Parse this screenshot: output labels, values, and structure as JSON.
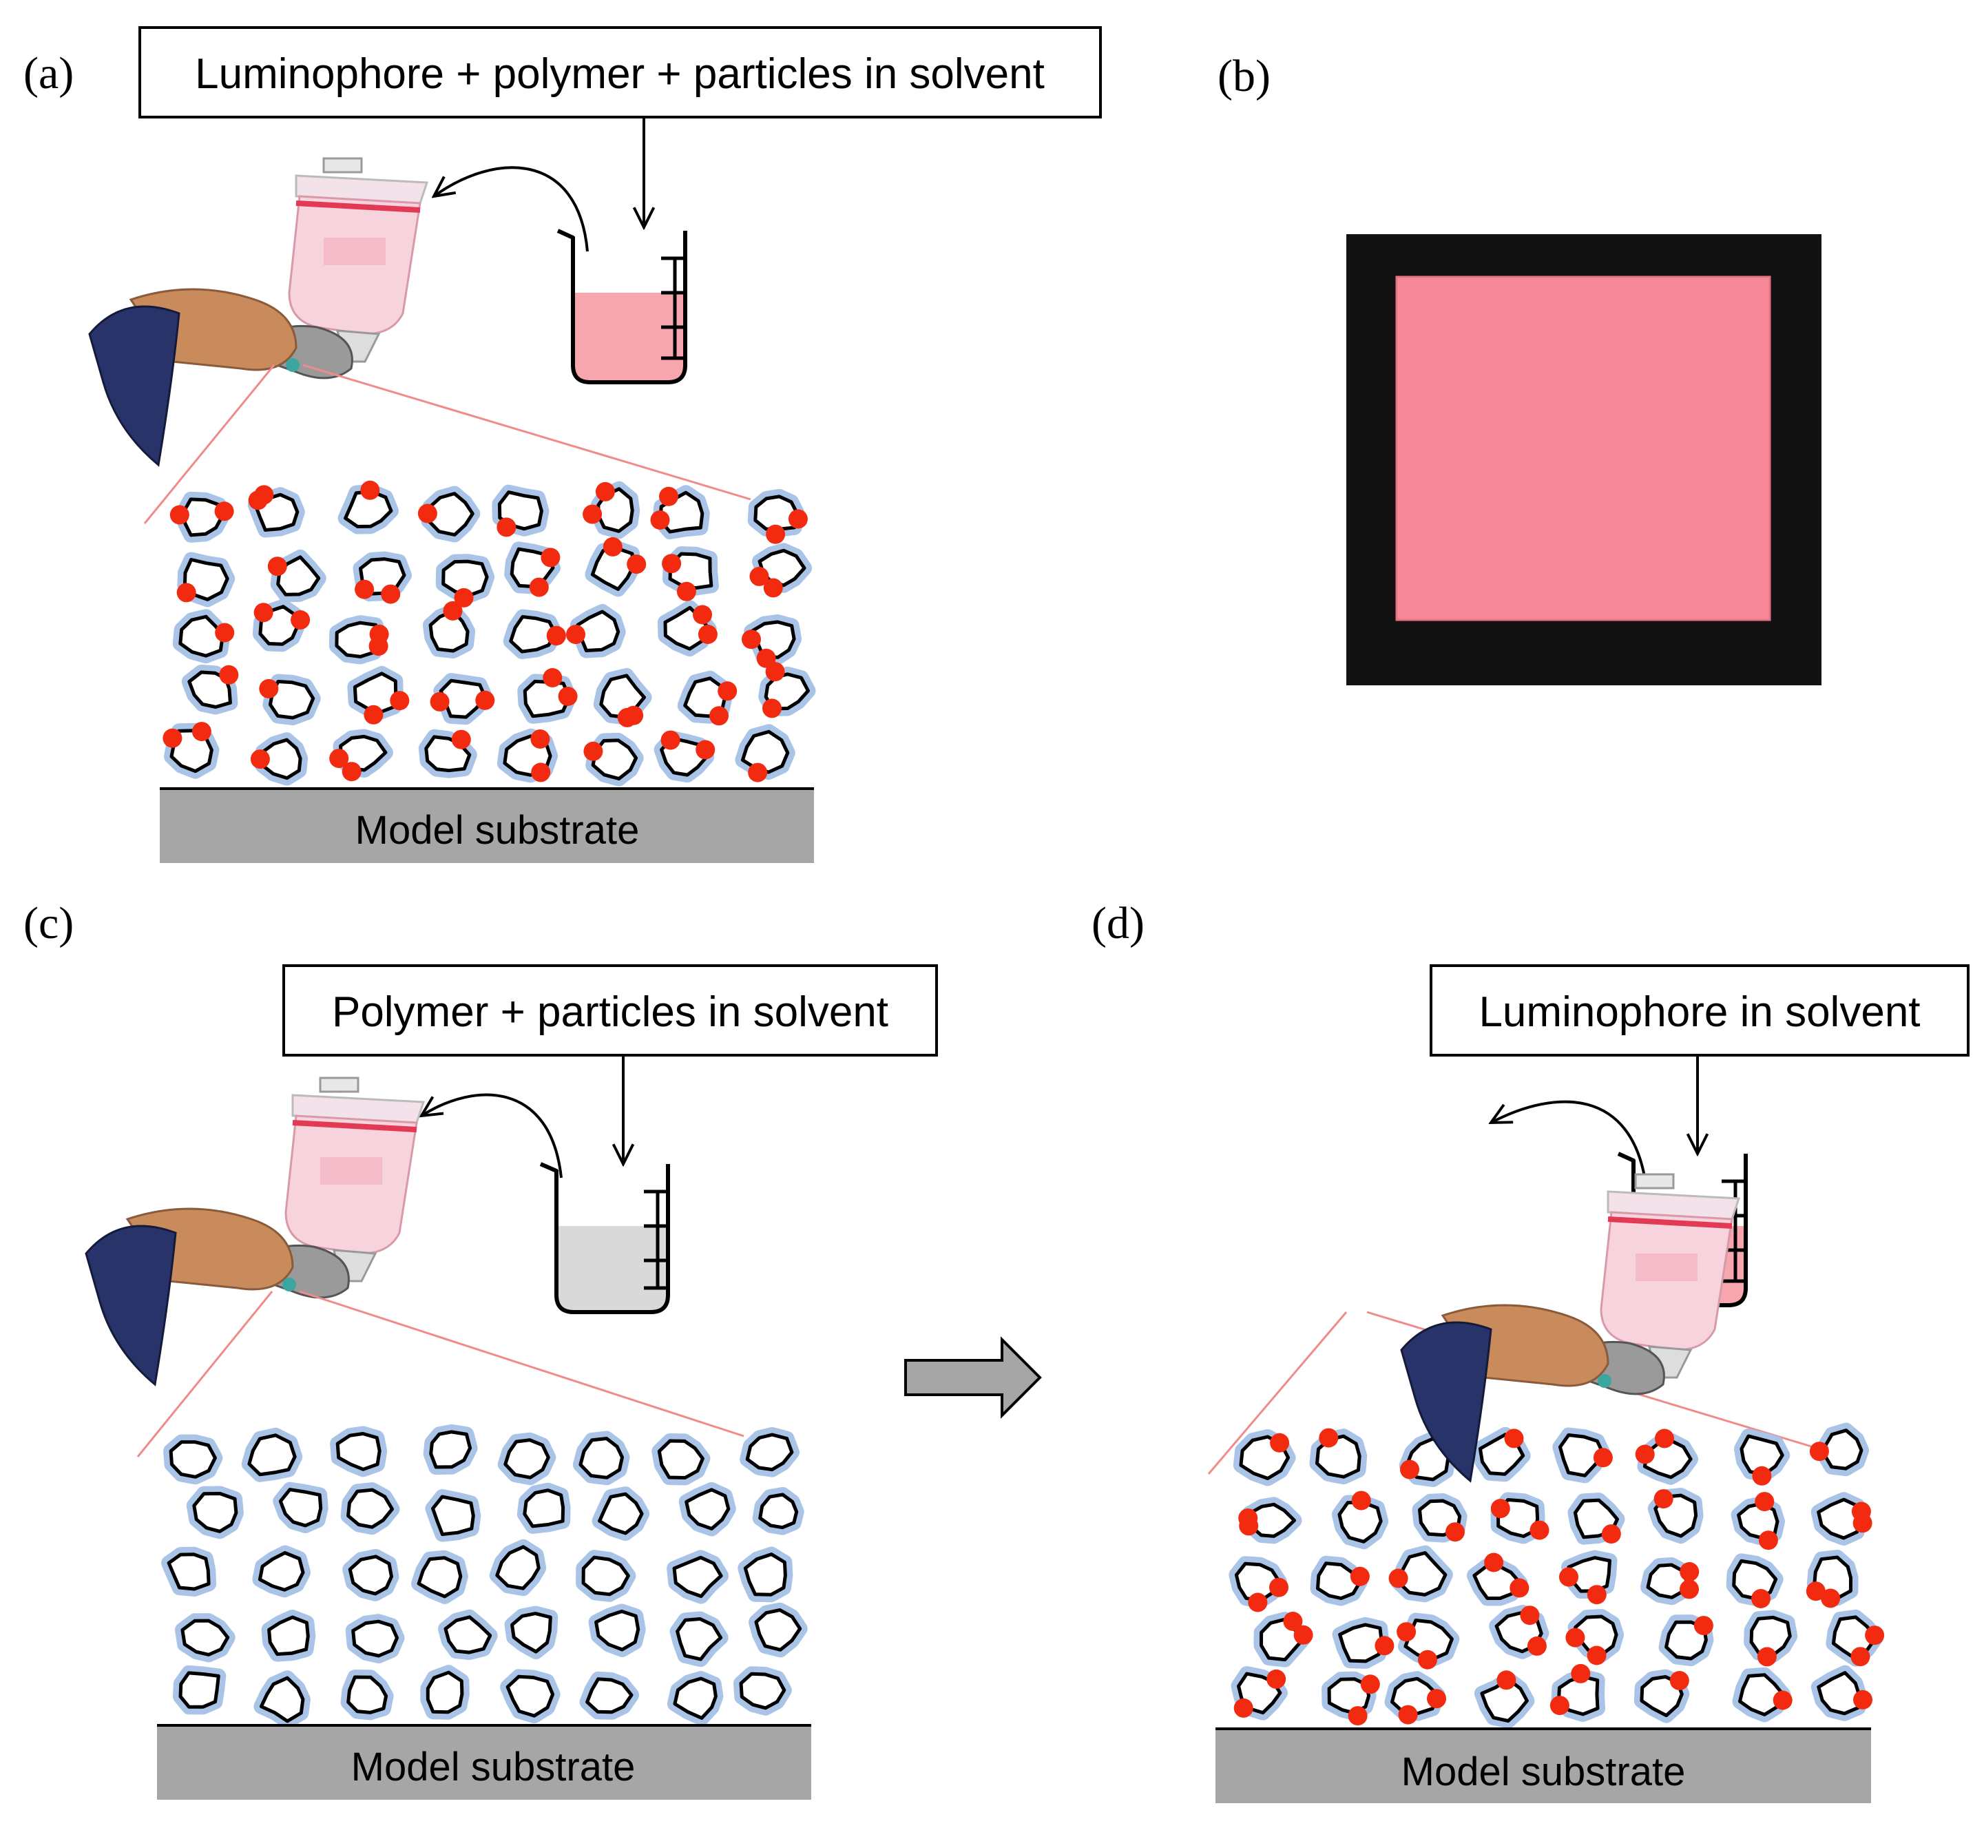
{
  "panels": {
    "a": {
      "label": "(a)",
      "solution_box": "Luminophore + polymer + particles in solvent",
      "substrate": "Model substrate"
    },
    "b": {
      "label": "(b)"
    },
    "c": {
      "label": "(c)",
      "solution_box": "Polymer + particles in solvent",
      "substrate": "Model substrate"
    },
    "d": {
      "label": "(d)",
      "solution_box": "Luminophore in solvent",
      "substrate": "Model substrate"
    }
  },
  "colors": {
    "luminophore": "#f22b10",
    "polymer_halo": "#a9c4e6",
    "substrate": "#a6a6a6",
    "pink_liquid": "#f7a6ad",
    "grey_liquid": "#d9d9d9",
    "coated_sample": "#f7899a",
    "sample_background": "#121212",
    "spray_line": "#f08b8b",
    "process_arrow": "#a6a6a6"
  },
  "icons": [
    "spray-gun-icon",
    "beaker-icon",
    "curved-arrow-icon",
    "down-arrow-icon",
    "process-arrow-icon"
  ]
}
